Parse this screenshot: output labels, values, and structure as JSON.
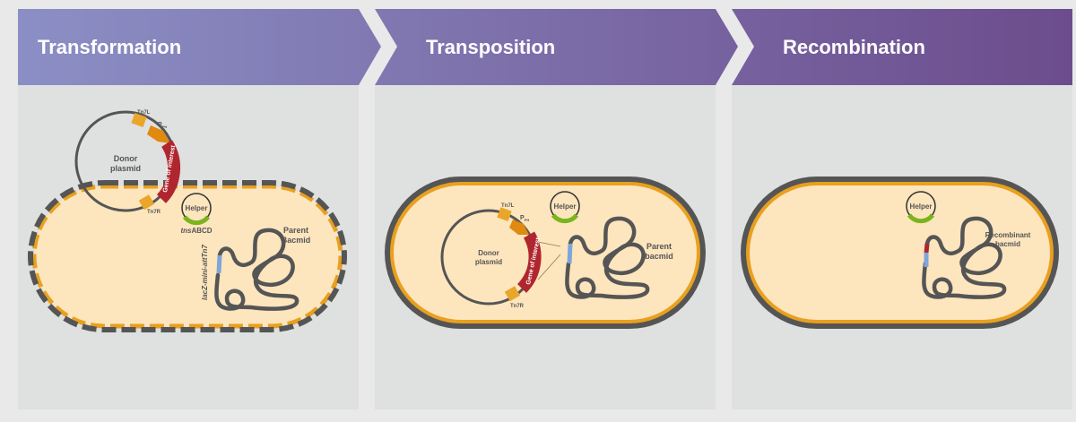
{
  "steps": [
    {
      "title": "Transformation"
    },
    {
      "title": "Transposition"
    },
    {
      "title": "Recombination"
    }
  ],
  "labels": {
    "donor_line1": "Donor",
    "donor_line2": "plasmid",
    "tn7l": "Tn7L",
    "tn7r": "Tn7R",
    "promoter": "P",
    "promoter_sub": "PH",
    "gene": "Gene of interest",
    "helper": "Helper",
    "tns_italic": "tns",
    "tns_rest": "ABCD",
    "parent_line1": "Parent",
    "parent_bacmid_line2": "Bacmid",
    "parent_bacmid_line2_lower": "bacmid",
    "attachment_site": "lacZ-mini-attTn7",
    "recombinant_line1": "Recombinant",
    "recombinant_line2": "bacmid"
  },
  "colors": {
    "header_start": "#8c90c6",
    "header_end": "#6c4c8c",
    "cytoplasm": "#fde5bd",
    "membrane_inner": "#e8a01f",
    "membrane_outer": "#555555",
    "gene": "#b0262e",
    "tn7": "#e9a62a",
    "promoter": "#e08a10",
    "helper_gene": "#7ab51d",
    "att_site": "#7ea6d8"
  }
}
